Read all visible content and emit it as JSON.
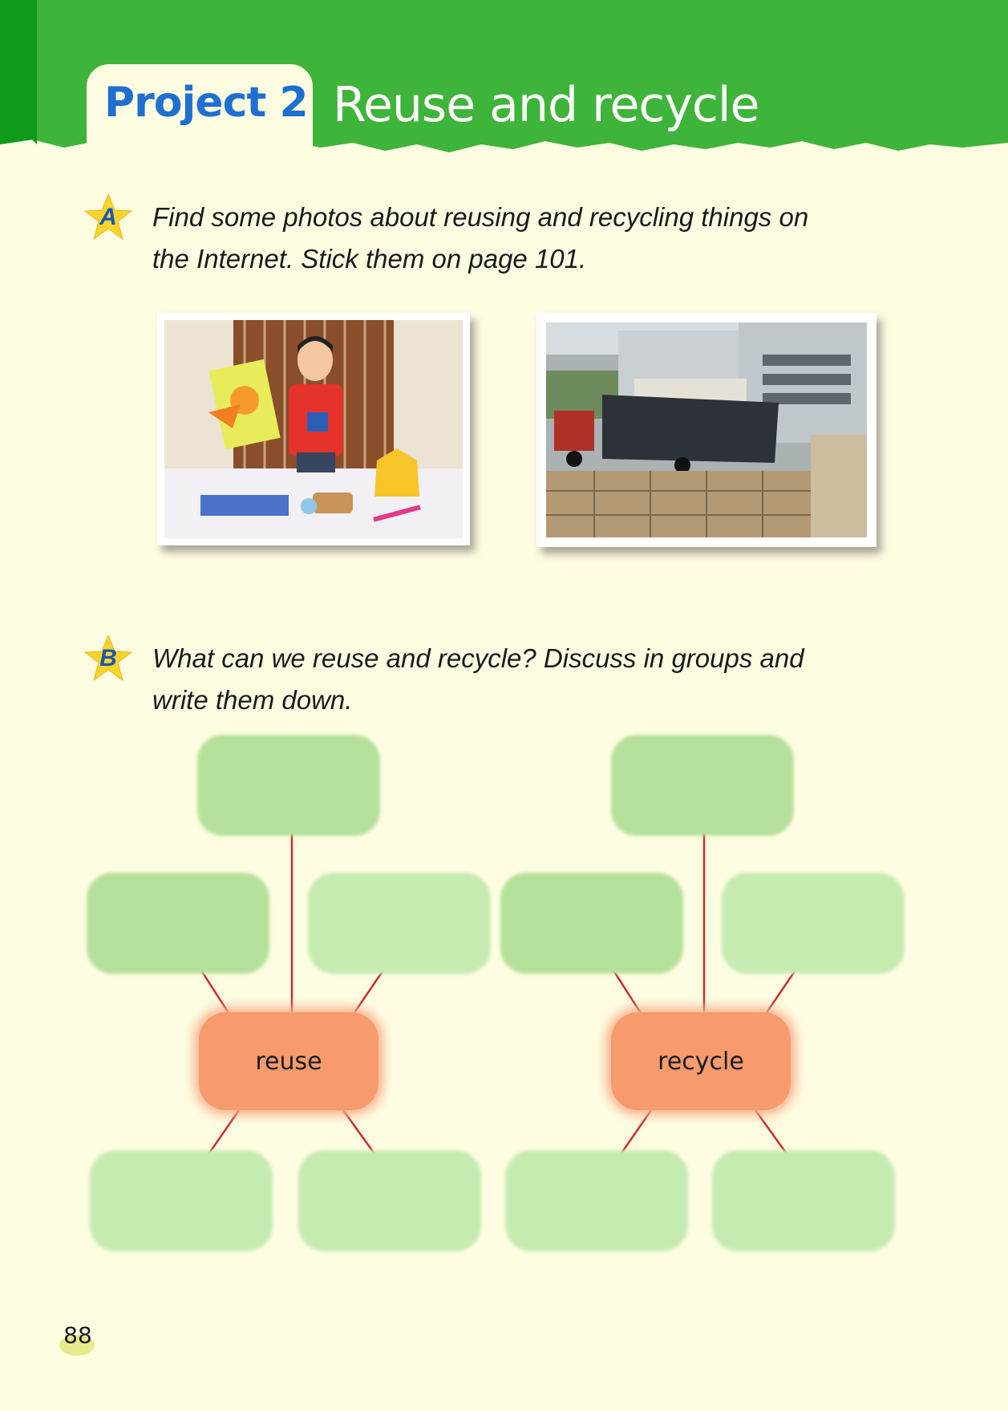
{
  "header": {
    "project_label": "Project 2",
    "title": "Reuse and recycle",
    "colors": {
      "green": "#3fb43a",
      "dark_green": "#0f9a19",
      "label_blue": "#1d6fd0"
    }
  },
  "section_a": {
    "letter": "A",
    "line1": "Find some photos about reusing and recycling things on",
    "line2": "the Internet. Stick them on page 101."
  },
  "section_b": {
    "letter": "B",
    "line1": "What can we reuse and recycle? Discuss in groups and",
    "line2": "write them down."
  },
  "diagram": {
    "reuse_label": "reuse",
    "recycle_label": "recycle"
  },
  "page_number": "88"
}
